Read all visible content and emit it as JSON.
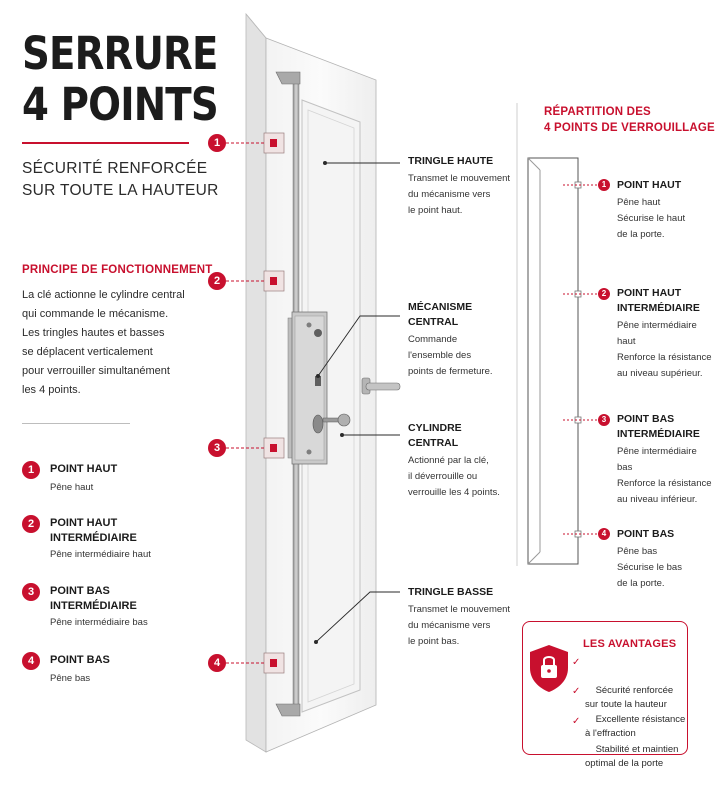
{
  "title": "SERRURE\n4 POINTS",
  "subtitle": "SÉCURITÉ RENFORCÉE\nSUR TOUTE LA HAUTEUR",
  "principle": {
    "heading": "PRINCIPE DE FONCTIONNEMENT",
    "text": "La clé actionne le cylindre central\nqui commande le mécanisme.\nLes tringles hautes et basses\nse déplacent verticalement\npour verrouiller simultanément\nles 4 points."
  },
  "points": [
    {
      "num": "1",
      "title": "POINT HAUT",
      "desc": "Pêne haut"
    },
    {
      "num": "2",
      "title": "POINT HAUT\nINTERMÉDIAIRE",
      "desc": "Pêne intermédiaire haut"
    },
    {
      "num": "3",
      "title": "POINT BAS\nINTERMÉDIAIRE",
      "desc": "Pêne intermédiaire bas"
    },
    {
      "num": "4",
      "title": "POINT BAS",
      "desc": "Pêne bas"
    }
  ],
  "callouts": [
    {
      "title": "TRINGLE HAUTE",
      "desc": "Transmet le mouvement\ndu mécanisme vers\nle point haut."
    },
    {
      "title": "MÉCANISME\nCENTRAL",
      "desc": "Commande\nl'ensemble des\npoints de fermeture."
    },
    {
      "title": "CYLINDRE\nCENTRAL",
      "desc": "Actionné par la clé,\nil déverrouille ou\nverrouille les 4 points."
    },
    {
      "title": "TRINGLE BASSE",
      "desc": "Transmet le mouvement\ndu mécanisme vers\nle point bas."
    }
  ],
  "repartition": {
    "heading": "RÉPARTITION DES\n4 POINTS DE VERROUILLAGE",
    "items": [
      {
        "num": "1",
        "title": "POINT HAUT",
        "desc": "Pêne haut\nSécurise le haut\nde la porte."
      },
      {
        "num": "2",
        "title": "POINT HAUT\nINTERMÉDIAIRE",
        "desc": "Pêne intermédiaire\nhaut\nRenforce la résistance\nau niveau supérieur."
      },
      {
        "num": "3",
        "title": "POINT BAS\nINTERMÉDIAIRE",
        "desc": "Pêne intermédiaire\nbas\nRenforce la résistance\nau niveau inférieur."
      },
      {
        "num": "4",
        "title": "POINT BAS",
        "desc": "Pêne bas\nSécurise le bas\nde la porte."
      }
    ]
  },
  "avantages": {
    "heading": "LES AVANTAGES",
    "items": [
      "Sécurité renforcée\nsur toute la hauteur",
      "Excellente résistance\nà l'effraction",
      "Stabilité et maintien\noptimal de la porte"
    ]
  },
  "icons": [
    "padlock-shield-icon",
    "checkmark-icon"
  ],
  "colors": {
    "accent": "#c8102e",
    "text": "#1b1b1b"
  }
}
